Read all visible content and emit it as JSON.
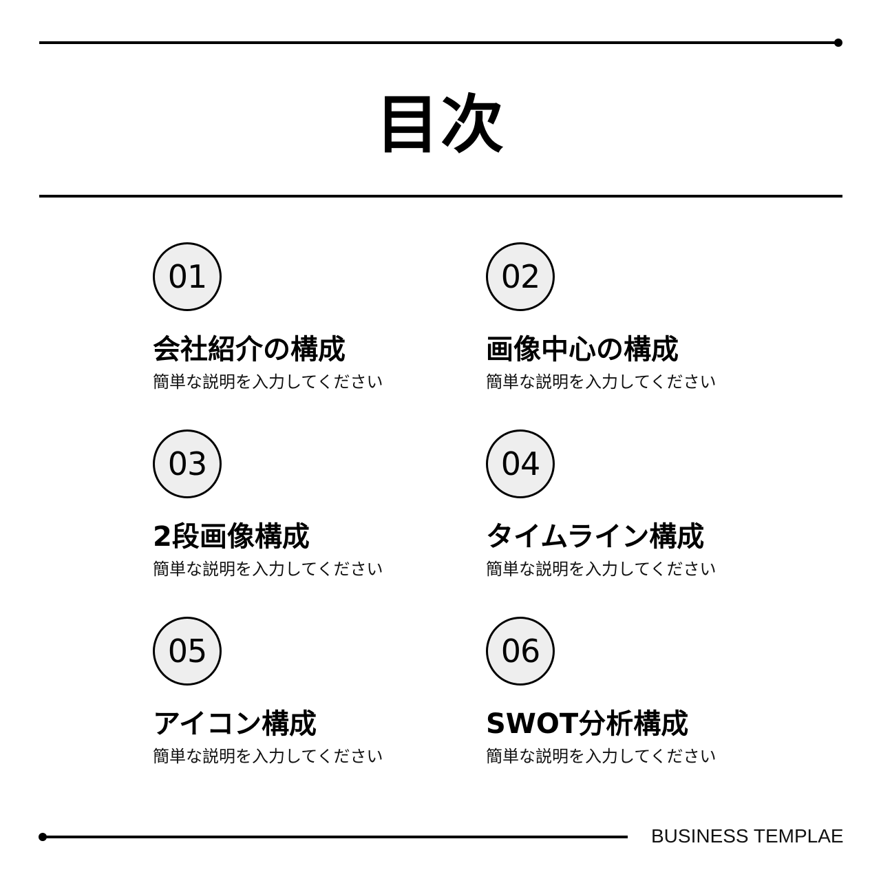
{
  "header": {
    "title": "目次"
  },
  "items": [
    {
      "number": "01",
      "title": "会社紹介の構成",
      "description": "簡単な説明を入力してください"
    },
    {
      "number": "02",
      "title": "画像中心の構成",
      "description": "簡単な説明を入力してください"
    },
    {
      "number": "03",
      "title": "2段画像構成",
      "description": "簡単な説明を入力してください"
    },
    {
      "number": "04",
      "title": "タイムライン構成",
      "description": "簡単な説明を入力してください"
    },
    {
      "number": "05",
      "title": "アイコン構成",
      "description": "簡単な説明を入力してください"
    },
    {
      "number": "06",
      "title": "SWOT分析構成",
      "description": "簡単な説明を入力してください"
    }
  ],
  "footer": {
    "label": "BUSINESS TEMPLAE"
  },
  "colors": {
    "text": "#000000",
    "circle_fill": "#eeeeee",
    "background": "#ffffff"
  }
}
